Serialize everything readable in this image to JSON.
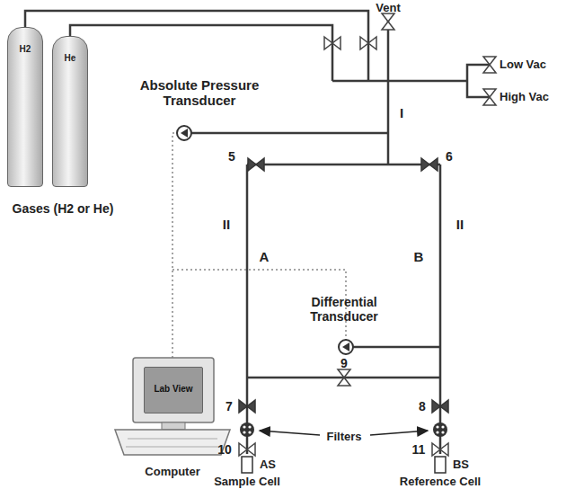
{
  "diagram": {
    "nodes": [
      {
        "text": [
          "H2"
        ]
      },
      {
        "text": [
          "He"
        ]
      },
      {
        "text": [
          "Lab View"
        ]
      }
    ],
    "labels": [
      "Vent",
      "Absolute Pressure Transducer",
      "Low Vac",
      "High Vac",
      "I",
      "5",
      "6",
      "II",
      "II",
      "A",
      "Differential Transducer",
      "B",
      "9",
      "7",
      "8",
      "Filters",
      "10",
      "11",
      "AS",
      "BS",
      "Gases (H2 or He)",
      "Sample Cell",
      "Reference Cell",
      "Computer"
    ]
  }
}
